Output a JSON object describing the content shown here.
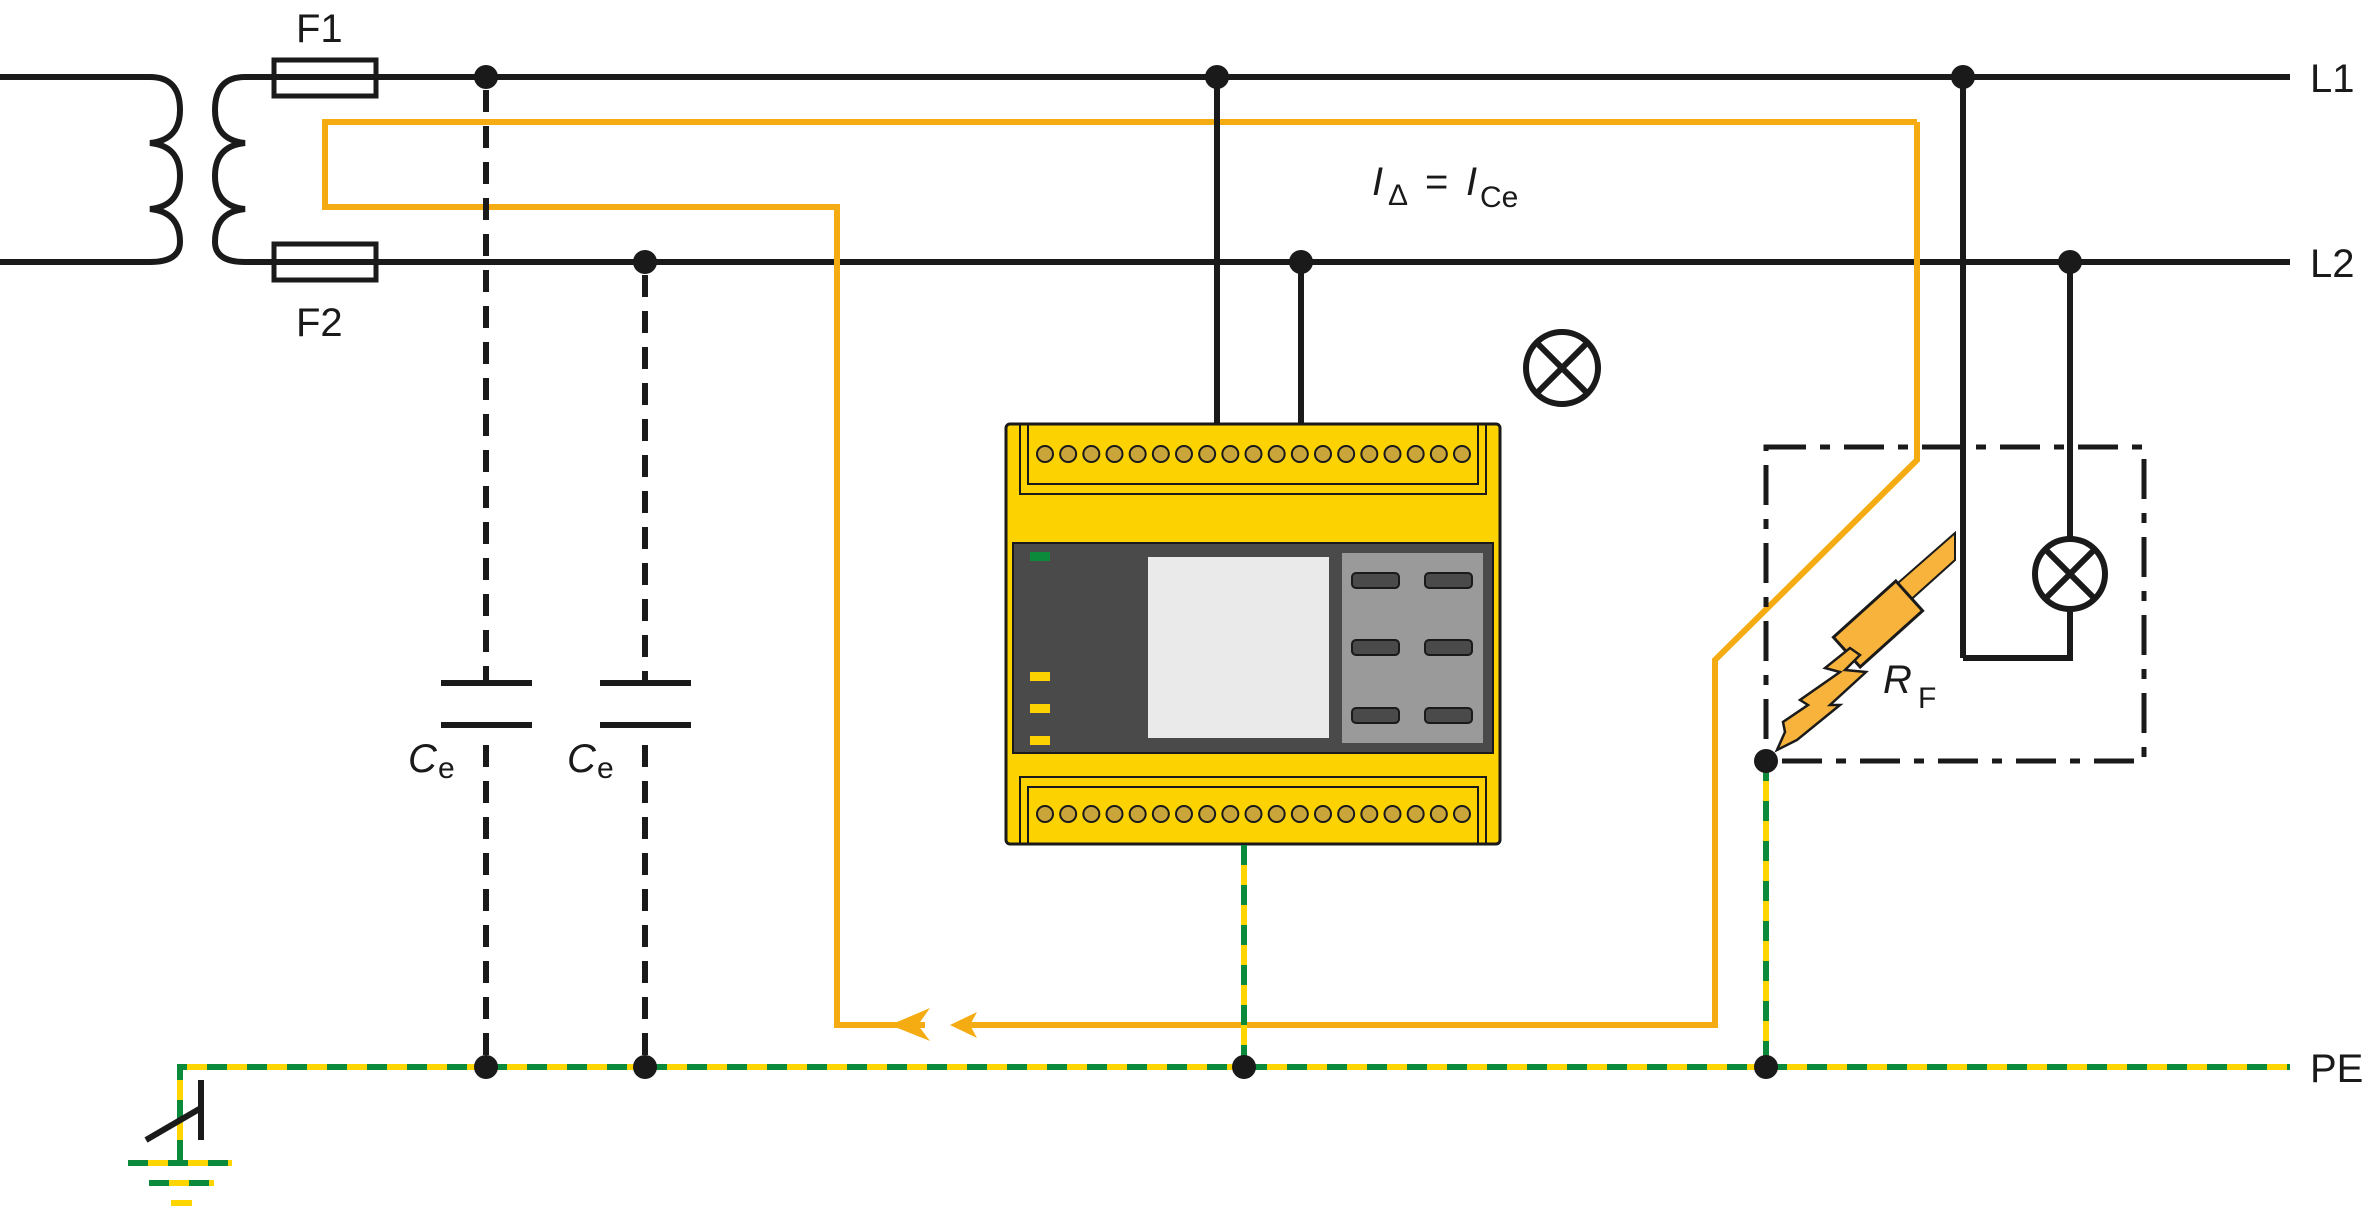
{
  "diagram": {
    "title": "IT system insulation fault current path via leakage capacitances",
    "labels": {
      "fuse1": "F1",
      "fuse2": "F2",
      "line1": "L1",
      "line2": "L2",
      "protective_earth": "PE",
      "cap1_main": "C",
      "cap1_sub": "e",
      "cap2_main": "C",
      "cap2_sub": "e",
      "fault_res_main": "R",
      "fault_res_sub": "F",
      "formula_lhs_main": "I",
      "formula_lhs_sub": "Δ",
      "formula_eq": "=",
      "formula_rhs_main": "I",
      "formula_rhs_sub": "Ce"
    },
    "device": {
      "name": "insulation monitoring device",
      "terminals_top": 19,
      "terminals_bottom": 19,
      "status_led_color": "#0a8a3a",
      "indicator_led_color": "#ffd500",
      "button_count": 6
    },
    "colors": {
      "wire": "#1a1a1a",
      "fault_current": "#f5ac12",
      "pe_yellow": "#ffd500",
      "pe_green": "#0a8a3a",
      "device_body": "#fcd200",
      "device_panel": "#4a4a4a",
      "device_display": "#eaeaea",
      "device_keypad": "#9a9a9a"
    }
  }
}
